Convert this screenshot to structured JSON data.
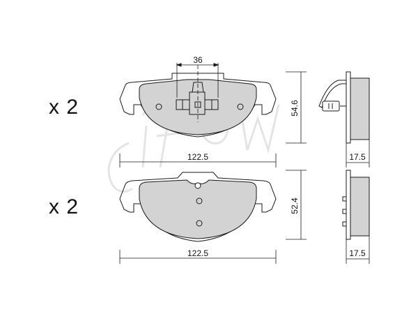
{
  "quantities": {
    "front": "x 2",
    "rear": "x 2"
  },
  "watermark": "cifam",
  "dimensions": {
    "front_width": "122.5",
    "front_height": "54.6",
    "front_thickness": "17.5",
    "clip_width": "36",
    "rear_width": "122.5",
    "rear_height": "52.4",
    "rear_thickness": "17.5"
  },
  "colors": {
    "pad_fill": "#d3d3d3",
    "line": "#1a1a1a",
    "watermark": "#e6e6e6"
  }
}
